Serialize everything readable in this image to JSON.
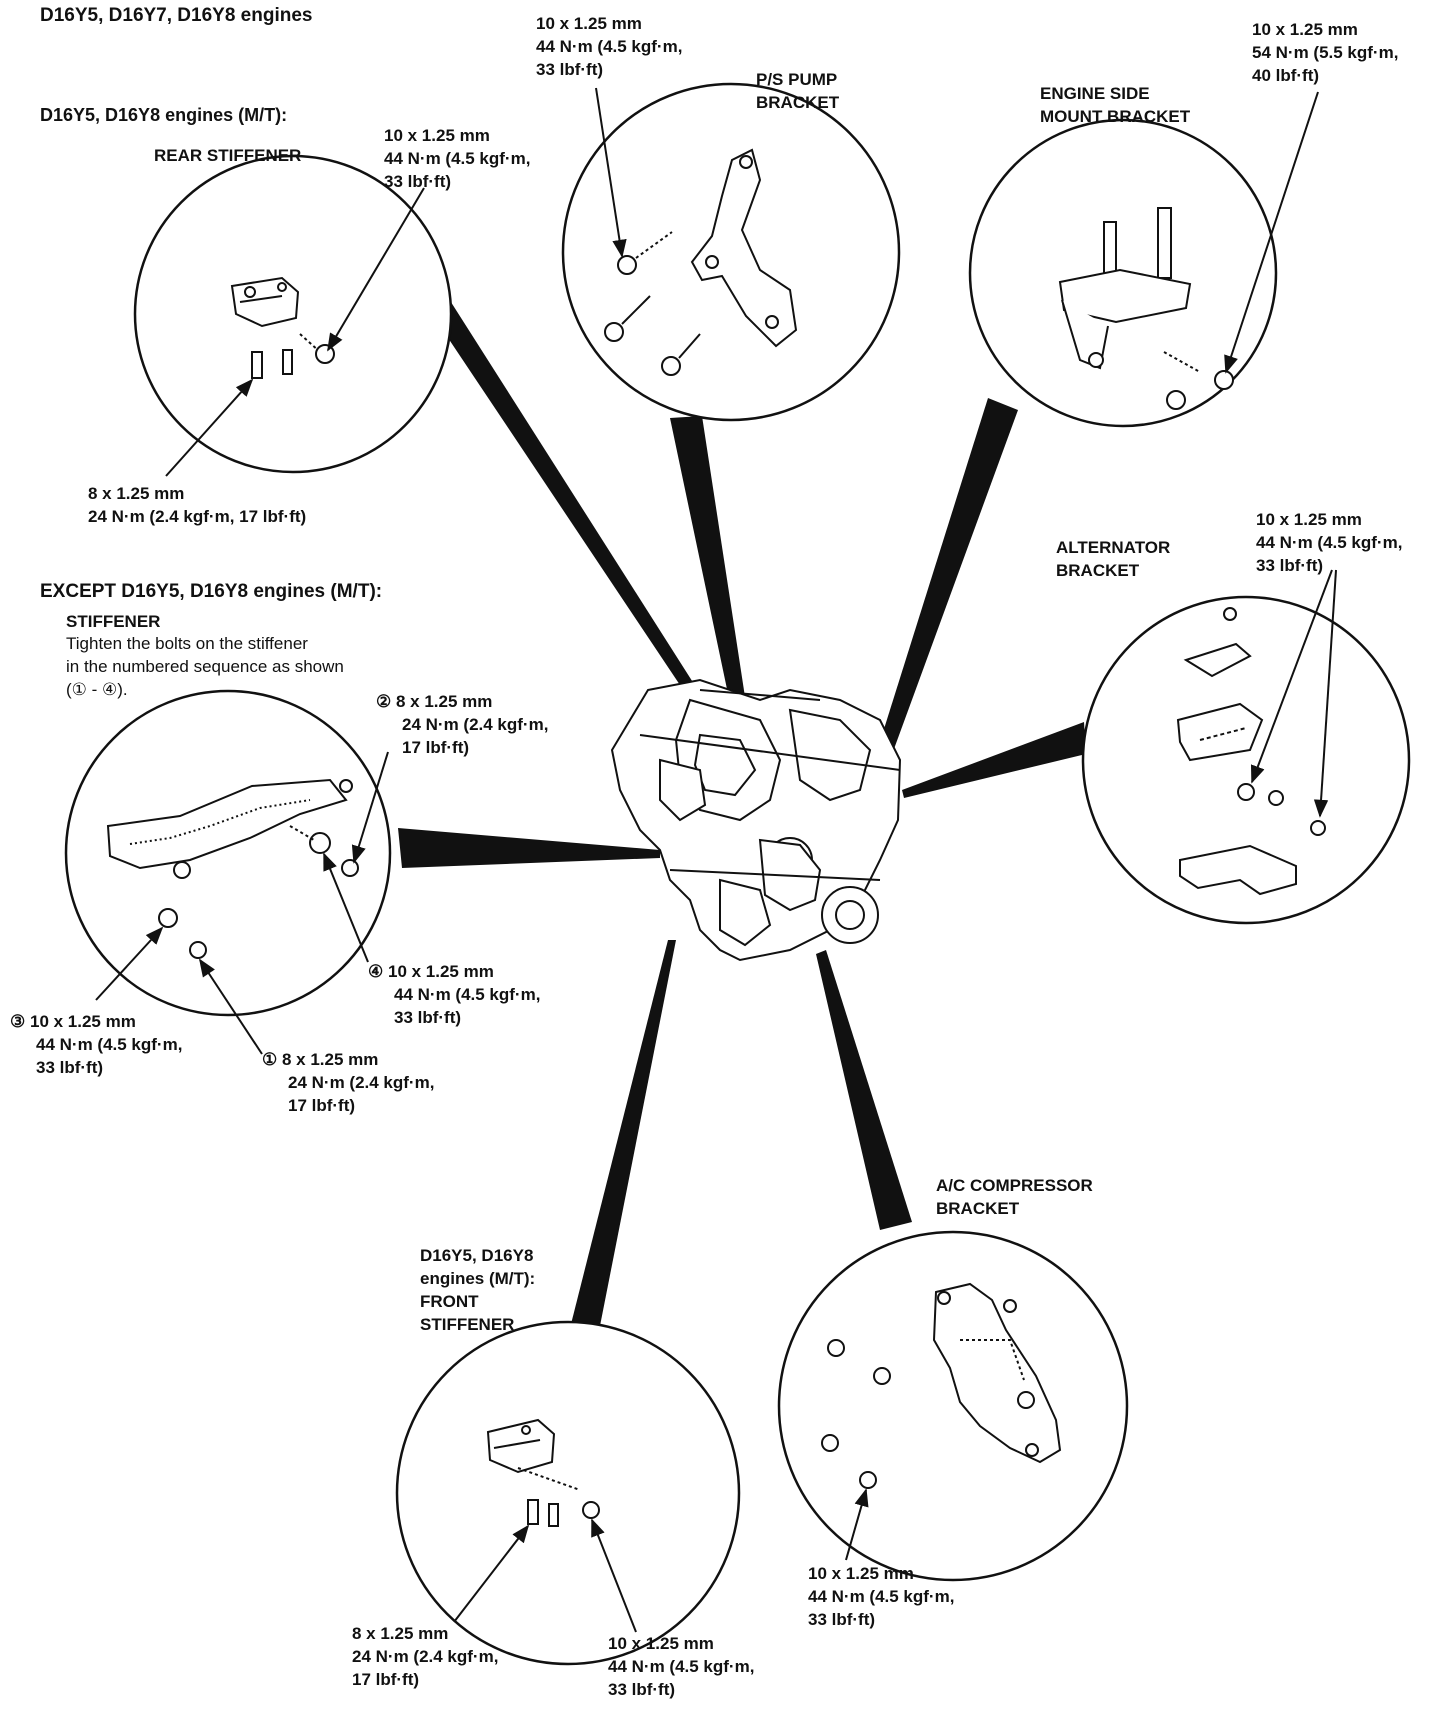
{
  "header": {
    "title": "D16Y5, D16Y7, D16Y8 engines"
  },
  "callouts": {
    "rear_stiffener": {
      "group": "D16Y5, D16Y8 engines (M/T):",
      "name": "REAR STIFFENER",
      "bolt_upper": [
        "10 x 1.25 mm",
        "44 N·m (4.5 kgf·m,",
        "33 lbf·ft)"
      ],
      "bolt_lower": [
        "8 x 1.25 mm",
        "24 N·m (2.4 kgf·m, 17 lbf·ft)"
      ]
    },
    "ps_pump_bracket": {
      "name": [
        "P/S PUMP",
        "BRACKET"
      ],
      "bolt": [
        "10 x 1.25 mm",
        "44 N·m (4.5 kgf·m,",
        "33 lbf·ft)"
      ]
    },
    "engine_side_mount_bracket": {
      "name": [
        "ENGINE SIDE",
        "MOUNT BRACKET"
      ],
      "bolt": [
        "10 x 1.25 mm",
        "54 N·m (5.5 kgf·m,",
        "40 lbf·ft)"
      ]
    },
    "alternator_bracket": {
      "name": [
        "ALTERNATOR",
        "BRACKET"
      ],
      "bolt": [
        "10 x 1.25 mm",
        "44 N·m (4.5 kgf·m,",
        "33 lbf·ft)"
      ]
    },
    "stiffener": {
      "group": "EXCEPT D16Y5, D16Y8 engines (M/T):",
      "name": "STIFFENER",
      "note": [
        "Tighten the bolts on the stiffener",
        "in the numbered sequence as shown",
        "(① - ④)."
      ],
      "bolt_1": {
        "marker": "①",
        "lines": [
          "8 x 1.25 mm",
          "24 N·m (2.4 kgf·m,",
          "17 lbf·ft)"
        ]
      },
      "bolt_2": {
        "marker": "②",
        "lines": [
          "8 x 1.25 mm",
          "24 N·m (2.4 kgf·m,",
          "17 lbf·ft)"
        ]
      },
      "bolt_3": {
        "marker": "③",
        "lines": [
          "10 x 1.25 mm",
          "44 N·m (4.5 kgf·m,",
          "33 lbf·ft)"
        ]
      },
      "bolt_4": {
        "marker": "④",
        "lines": [
          "10 x 1.25 mm",
          "44 N·m (4.5 kgf·m,",
          "33 lbf·ft)"
        ]
      }
    },
    "front_stiffener": {
      "name": [
        "D16Y5, D16Y8",
        "engines (M/T):",
        "FRONT",
        "STIFFENER"
      ],
      "bolt_left": [
        "8 x 1.25 mm",
        "24 N·m (2.4 kgf·m,",
        "17 lbf·ft)"
      ],
      "bolt_right": [
        "10 x 1.25 mm",
        "44 N·m (4.5 kgf·m,",
        "33 lbf·ft)"
      ]
    },
    "ac_compressor_bracket": {
      "name": [
        "A/C COMPRESSOR",
        "BRACKET"
      ],
      "bolt": [
        "10 x 1.25 mm",
        "44 N·m (4.5 kgf·m,",
        "33 lbf·ft)"
      ]
    }
  }
}
